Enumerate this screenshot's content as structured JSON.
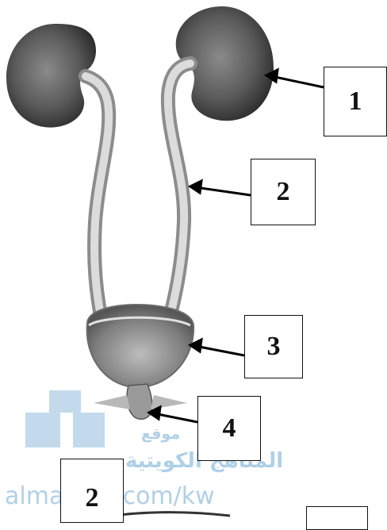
{
  "labels": {
    "box1": "1",
    "box2": "2",
    "box3": "3",
    "box4": "4",
    "box5": "2",
    "box6": ""
  },
  "watermark": {
    "arabic_line1": "موقع",
    "arabic_line2": "المناهج الكويتية",
    "url": "almanahj.com/kw",
    "color": "#5096c8"
  },
  "colors": {
    "organ_dark": "#3a3a3a",
    "organ_light": "#9a9a9a",
    "tube": "#c8c8c8"
  }
}
